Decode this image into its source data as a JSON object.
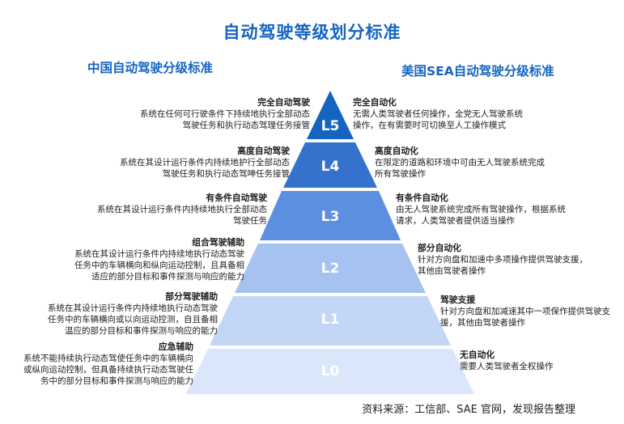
{
  "title": "自动驾驶等级划分标准",
  "left_header": "中国自动驾驶分级标准",
  "right_header": "美国SEA自动驾驶分级标准",
  "colors": {
    "title": "#1565c0",
    "L5": "#1565c0",
    "L4": "#3572cd",
    "L3": "#5c8fe0",
    "L2": "#a6c2f0",
    "L1": "#c3d6f5",
    "L0": "#dae6f9"
  },
  "levels": [
    {
      "label": "L5",
      "cn_title": "完全自动驾驶",
      "cn_desc": "系统在任何可行驶条件下持续地执行全部动态\n驾驶任务和执行动态驾理任务接管",
      "sae_title": "完全自动化",
      "sae_desc": "无需人类驾驶者任何操作，全党无人驾驶系统\n操作，在有需要时可切换至人工操作模式"
    },
    {
      "label": "L4",
      "cn_title": "高度自动驾驶",
      "cn_desc": "系统在其设计运行条件内持续地护行全部动态\n驾驶任务和执行动态驾呻任务接管",
      "sae_title": "高度自动化",
      "sae_desc": "在限定的道路和环境中可由无人驾驶系统完成\n所有驾驶操作"
    },
    {
      "label": "L3",
      "cn_title": "有条件自动驾驶",
      "cn_desc": "系统在其设计运行条件内持续地执行全部动态\n驾驶任务",
      "sae_title": "有条件自动化",
      "sae_desc": "由无人驾驶系统完成所有驾驶操作，根据系统\n请求，人类驾驶者提供适当操作"
    },
    {
      "label": "L2",
      "cn_title": "组合驾驶辅助",
      "cn_desc": "系统在其设计运行条件内持续地执行动态驾驶\n任务中的车辆横向和纵向运动控制，且具备相\n适应的部分目标和事件探测与响应的能力",
      "sae_title": "部分自动化",
      "sae_desc": "针对方向盘和加速中多项操作提供驾驶支援，\n其他由驾驶者操作"
    },
    {
      "label": "L1",
      "cn_title": "部分驾驶辅助",
      "cn_desc": "系统在其设计运行条件内持续地执行动态驾驶\n任务中的车辆横向或以向运动控测，自且备相\n温应的部分目标和事件探测与响应的能力",
      "sae_title": "驾驶支援",
      "sae_desc": "针对方向盘和加减速其中一项保作提供驾驶支\n援，其他由驾驶者操作"
    },
    {
      "label": "L0",
      "cn_title": "应急辅助",
      "cn_desc": "系统不能持续执行动态驾使任务中的车辆横向\n或纵向运动控制，但具备持续执行动态驾驶任\n务中的部分目标和事件探测与响应的能力",
      "sae_title": "无自动化",
      "sae_desc": "需要人类驾驶者全权操作"
    }
  ],
  "source": "资料来源：工信部、SAE 官网，发现报告整理"
}
